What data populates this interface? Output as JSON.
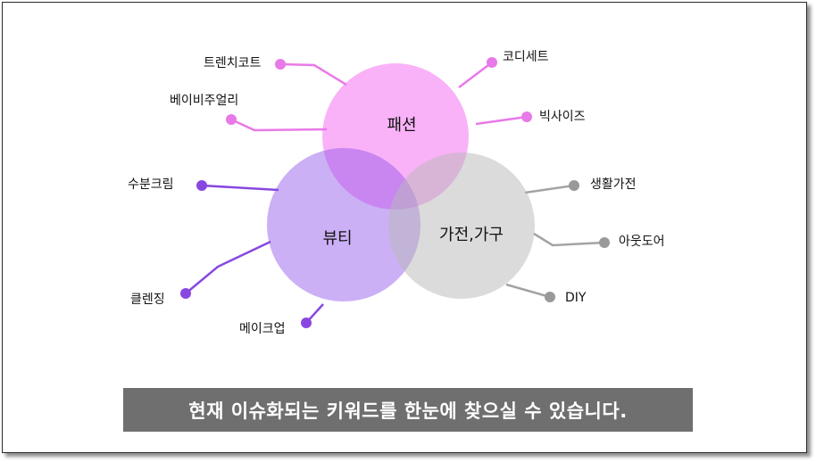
{
  "colors": {
    "fashion": "#f472f0",
    "beauty": "#8f4fe8",
    "home": "#9a9a9a",
    "caption_bg": "#6f6f6f"
  },
  "circles": {
    "fashion": "패션",
    "beauty": "뷰티",
    "home": "가전,가구"
  },
  "keywords": {
    "fashion": [
      "트렌치코트",
      "베이비주얼리",
      "코디세트",
      "빅사이즈"
    ],
    "beauty": [
      "수분크림",
      "클렌징",
      "메이크업"
    ],
    "home": [
      "생활가전",
      "아웃도어",
      "DIY"
    ]
  },
  "caption": "현재 이슈화되는 키워드를 한눈에 찾으실 수 있습니다."
}
